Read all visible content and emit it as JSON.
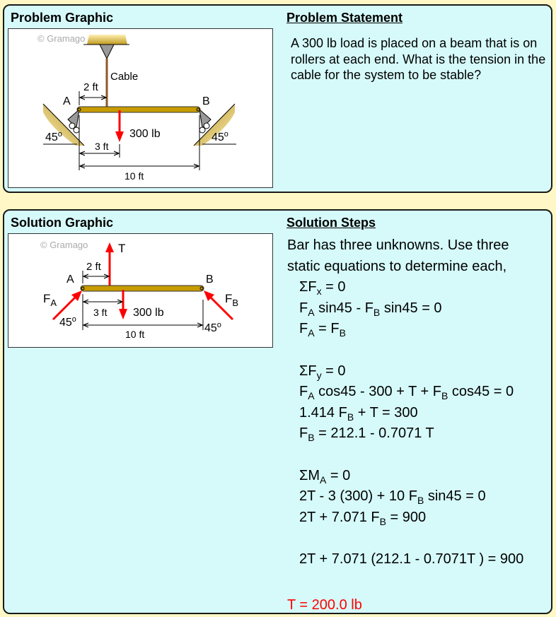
{
  "problem": {
    "graphic_heading": "Problem Graphic",
    "statement_heading": "Problem Statement",
    "statement": "A 300 lb load is placed on a beam that is on rollers at each end. What is the tension in the cable for the system to be stable?",
    "graphic": {
      "watermark": "© Gramago",
      "cable_label": "Cable",
      "dim_2": "2 ft",
      "dim_3": "3 ft",
      "dim_10": "10 ft",
      "load": "300 lb",
      "point_a": "A",
      "point_b": "B",
      "angle_left": "45",
      "angle_right": "45",
      "degree": "o"
    }
  },
  "solution": {
    "graphic_heading": "Solution Graphic",
    "steps_heading": "Solution Steps",
    "graphic": {
      "watermark": "© Gramago",
      "tension": "T",
      "dim_2": "2 ft",
      "dim_3": "3 ft",
      "dim_10": "10 ft",
      "load": "300 lb",
      "point_a": "A",
      "point_b": "B",
      "fa": "F",
      "fa_sub": "A",
      "fb": "F",
      "fb_sub": "B",
      "angle_left": "45",
      "angle_right": "45",
      "degree": "o"
    },
    "steps": [
      {
        "style": "",
        "segs": [
          {
            "t": "Bar has three unknowns. Use three"
          }
        ]
      },
      {
        "style": "",
        "segs": [
          {
            "t": "static equations to determine each,"
          }
        ]
      },
      {
        "style": "indent",
        "segs": [
          {
            "t": "ΣF"
          },
          {
            "t": "x",
            "sub": true
          },
          {
            "t": " = 0"
          }
        ]
      },
      {
        "style": "indent",
        "segs": [
          {
            "t": "F"
          },
          {
            "t": "A",
            "sub": true
          },
          {
            "t": " sin45 - F"
          },
          {
            "t": "B",
            "sub": true
          },
          {
            "t": " sin45 = 0"
          }
        ]
      },
      {
        "style": "indent",
        "segs": [
          {
            "t": "F"
          },
          {
            "t": "A",
            "sub": true
          },
          {
            "t": " = F"
          },
          {
            "t": "B",
            "sub": true
          }
        ]
      },
      {
        "style": "indent",
        "segs": [
          {
            "t": " "
          }
        ]
      },
      {
        "style": "indent",
        "segs": [
          {
            "t": "ΣF"
          },
          {
            "t": "y",
            "sub": true
          },
          {
            "t": " = 0"
          }
        ]
      },
      {
        "style": "indent",
        "segs": [
          {
            "t": "F"
          },
          {
            "t": "A",
            "sub": true
          },
          {
            "t": " cos45 - 300 + T + F"
          },
          {
            "t": "B",
            "sub": true
          },
          {
            "t": " cos45 = 0"
          }
        ]
      },
      {
        "style": "indent",
        "segs": [
          {
            "t": "1.414 F"
          },
          {
            "t": "B",
            "sub": true
          },
          {
            "t": " + T = 300"
          }
        ]
      },
      {
        "style": "indent",
        "segs": [
          {
            "t": "F"
          },
          {
            "t": "B",
            "sub": true
          },
          {
            "t": " = 212.1 - 0.7071 T"
          }
        ]
      },
      {
        "style": "indent",
        "segs": [
          {
            "t": " "
          }
        ]
      },
      {
        "style": "indent",
        "segs": [
          {
            "t": "ΣM"
          },
          {
            "t": "A",
            "sub": true
          },
          {
            "t": " = 0"
          }
        ]
      },
      {
        "style": "indent",
        "segs": [
          {
            "t": "2T - 3 (300) + 10 F"
          },
          {
            "t": "B",
            "sub": true
          },
          {
            "t": " sin45 = 0"
          }
        ]
      },
      {
        "style": "indent",
        "segs": [
          {
            "t": "2T + 7.071 F"
          },
          {
            "t": "B",
            "sub": true
          },
          {
            "t": " = 900"
          }
        ]
      },
      {
        "style": "indent",
        "segs": [
          {
            "t": " "
          }
        ]
      },
      {
        "style": "indent",
        "segs": [
          {
            "t": "2T + 7.071 (212.1 - 0.7071T ) = 900"
          }
        ]
      },
      {
        "style": "",
        "segs": [
          {
            "t": " "
          }
        ]
      },
      {
        "style": "red",
        "segs": [
          {
            "t": "T = 200.0 lb"
          }
        ]
      }
    ]
  },
  "colors": {
    "beam": "#c89c00",
    "force": "#ff0000",
    "cable": "#8b5a2b",
    "panel": "#d6fafa",
    "page": "#fff8c6"
  }
}
